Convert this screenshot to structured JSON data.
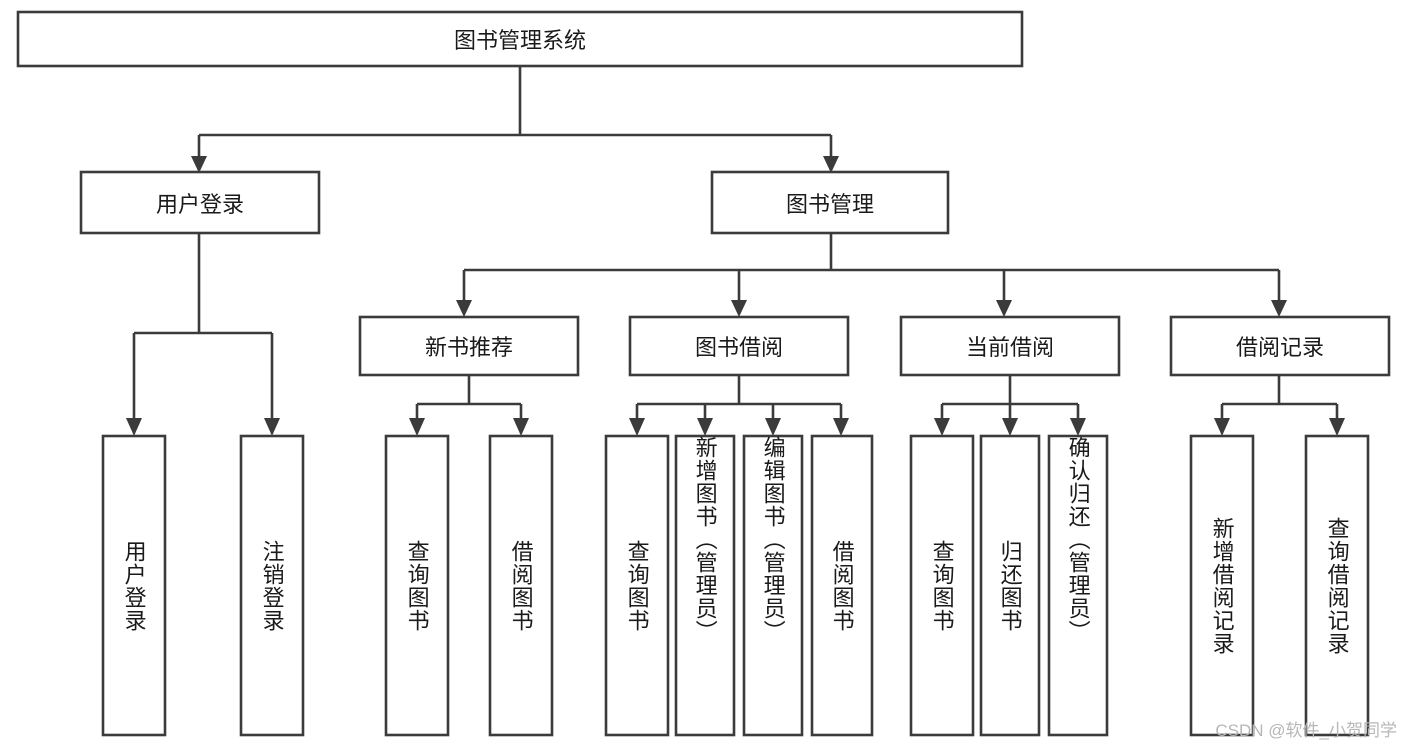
{
  "diagram": {
    "title": "图书管理系统",
    "type": "hierarchy-tree",
    "orientation": "top-down",
    "levels": 4,
    "root": {
      "label": "图书管理系统",
      "text_direction": "horizontal"
    },
    "level2": [
      {
        "label": "用户登录",
        "text_direction": "horizontal"
      },
      {
        "label": "图书管理",
        "text_direction": "horizontal"
      }
    ],
    "level3": [
      {
        "label": "新书推荐",
        "text_direction": "horizontal",
        "parent": "图书管理"
      },
      {
        "label": "图书借阅",
        "text_direction": "horizontal",
        "parent": "图书管理"
      },
      {
        "label": "当前借阅",
        "text_direction": "horizontal",
        "parent": "图书管理"
      },
      {
        "label": "借阅记录",
        "text_direction": "horizontal",
        "parent": "图书管理"
      }
    ],
    "leaves": {
      "user_login": [
        {
          "label": "用户登录",
          "text_direction": "vertical"
        },
        {
          "label": "注销登录",
          "text_direction": "vertical"
        }
      ],
      "new_book_recommend": [
        {
          "label": "查询图书",
          "text_direction": "vertical"
        },
        {
          "label": "借阅图书",
          "text_direction": "vertical"
        }
      ],
      "book_borrow": [
        {
          "label": "查询图书",
          "text_direction": "vertical"
        },
        {
          "label": "新增图书（管理员）",
          "text_direction": "vertical"
        },
        {
          "label": "编辑图书（管理员）",
          "text_direction": "vertical"
        },
        {
          "label": "借阅图书",
          "text_direction": "vertical"
        }
      ],
      "current_borrow": [
        {
          "label": "查询图书",
          "text_direction": "vertical"
        },
        {
          "label": "归还图书",
          "text_direction": "vertical"
        },
        {
          "label": "确认归还（管理员）",
          "text_direction": "vertical"
        }
      ],
      "borrow_record": [
        {
          "label": "新增借阅记录",
          "text_direction": "vertical"
        },
        {
          "label": "查询借阅记录",
          "text_direction": "vertical"
        }
      ]
    },
    "watermark": "CSDN @软件_小贺同学",
    "colors": {
      "background": "#ffffff",
      "box_fill": "#ffffff",
      "box_stroke": "#3b3b3b",
      "connector": "#3b3b3b",
      "text": "#1a1a1a",
      "watermark": "#b7b7b7"
    }
  }
}
